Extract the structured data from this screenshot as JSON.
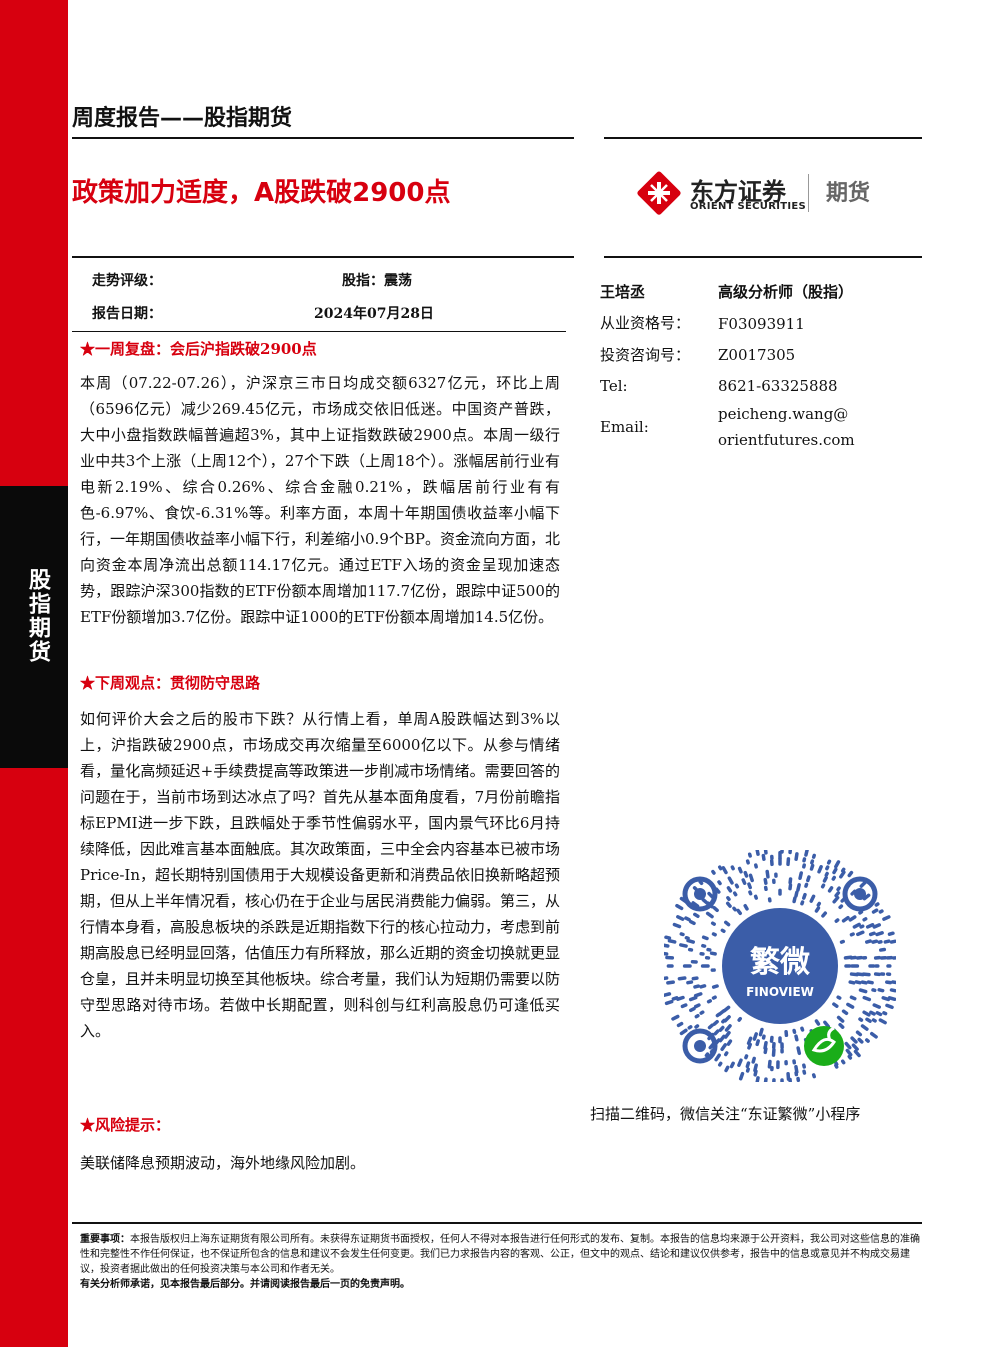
{
  "sidebar": {
    "label": "股指期货"
  },
  "header": {
    "report_type": "周度报告——股指期货",
    "headline": "政策加力适度，A股跌破2900点"
  },
  "logo": {
    "name": "东方证券",
    "name_en": "ORIENT SECURITIES",
    "sub": "期货",
    "colors": {
      "brand_red": "#d7000f"
    }
  },
  "meta": {
    "rating_label": "走势评级：",
    "rating_value": "股指：震荡",
    "date_label": "报告日期：",
    "date_value": "2024年07月28日"
  },
  "analyst": {
    "name": "王培丞",
    "title": "高级分析师（股指）",
    "qual_label": "从业资格号：",
    "qual_value": "F03093911",
    "invest_label": "投资咨询号：",
    "invest_value": "Z0017305",
    "tel_label": "Tel:",
    "tel_value": "8621-63325888",
    "email_label": "Email:",
    "email_line1": "peicheng.wang@",
    "email_line2": "orientfutures.com"
  },
  "qr": {
    "center_cn": "繁微",
    "center_en": "FINOVIEW",
    "caption": "扫描二维码，微信关注“东证繁微”小程序"
  },
  "sections": {
    "review_title": "★一周复盘：会后沪指跌破2900点",
    "review_text": "本周（07.22-07.26），沪深京三市日均成交额6327亿元，环比上周（6596亿元）减少269.45亿元，市场成交依旧低迷。中国资产普跌，大中小盘指数跌幅普遍超3%，其中上证指数跌破2900点。本周一级行业中共3个上涨（上周12个），27个下跌（上周18个）。涨幅居前行业有电新2.19%、综合0.26%、综合金融0.21%，跌幅居前行业有有色-6.97%、食饮-6.31%等。利率方面，本周十年期国债收益率小幅下行，一年期国债收益率小幅下行，利差缩小0.9个BP。资金流向方面，北向资金本周净流出总额114.17亿元。通过ETF入场的资金呈现加速态势，跟踪沪深300指数的ETF份额本周增加117.7亿份，跟踪中证500的ETF份额增加3.7亿份。跟踪中证1000的ETF份额本周增加14.5亿份。",
    "outlook_title": "★下周观点：贯彻防守思路",
    "outlook_text": "如何评价大会之后的股市下跌？从行情上看，单周A股跌幅达到3%以上，沪指跌破2900点，市场成交再次缩量至6000亿以下。从参与情绪看，量化高频延迟+手续费提高等政策进一步削减市场情绪。需要回答的问题在于，当前市场到达冰点了吗？首先从基本面角度看，7月份前瞻指标EPMI进一步下跌，且跌幅处于季节性偏弱水平，国内景气环比6月持续降低，因此难言基本面触底。其次政策面，三中全会内容基本已被市场Price-In，超长期特别国债用于大规模设备更新和消费品依旧换新略超预期，但从上半年情况看，核心仍在于企业与居民消费能力偏弱。第三，从行情本身看，高股息板块的杀跌是近期指数下行的核心拉动力，考虑到前期高股息已经明显回落，估值压力有所释放，那么近期的资金切换就更显仓皇，且并未明显切换至其他板块。综合考量，我们认为短期仍需要以防守型思路对待市场。若做中长期配置，则科创与红利高股息仍可逢低买入。",
    "risk_title": "★风险提示：",
    "risk_text": "美联储降息预期波动，海外地缘风险加剧。"
  },
  "disclaimer": {
    "lead": "重要事项：",
    "text": "本报告版权归上海东证期货有限公司所有。未获得东证期货书面授权，任何人不得对本报告进行任何形式的发布、复制。本报告的信息均来源于公开资料，我公司对这些信息的准确性和完整性不作任何保证，也不保证所包含的信息和建议不会发生任何变更。我们已力求报告内容的客观、公正，但文中的观点、结论和建议仅供参考，报告中的信息或意见并不构成交易建议，投资者据此做出的任何投资决策与本公司和作者无关。",
    "footer": "有关分析师承诺，见本报告最后部分。并请阅读报告最后一页的免责声明。"
  }
}
